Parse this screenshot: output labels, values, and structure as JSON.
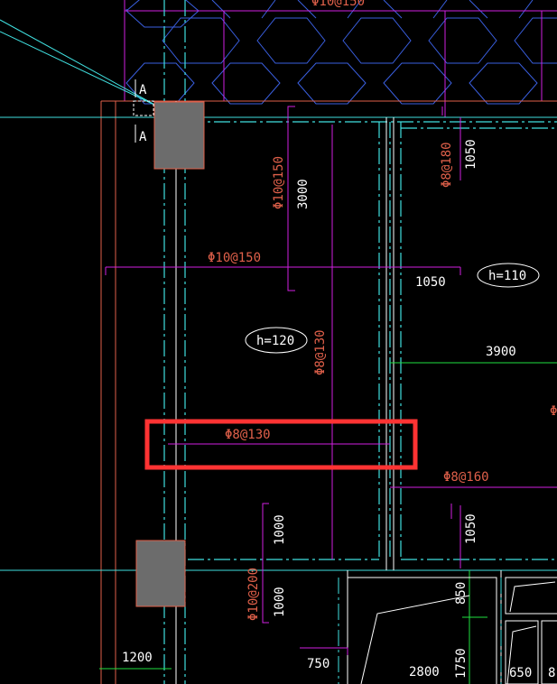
{
  "drawing": {
    "top_label": "Φ10@150",
    "section_marks": [
      "A",
      "A"
    ],
    "top_rebar": {
      "label": "Φ10@150",
      "length": "3000"
    },
    "upper_right_rebar": {
      "label": "Φ8@180",
      "length": "1050"
    },
    "horizontal_rebar": {
      "label": "Φ10@150",
      "length": "1050"
    },
    "slab_upper_right": "h=110",
    "slab_center": "h=120",
    "vertical_rebar_center": "Φ8@130",
    "dim_3900": "3900",
    "right_edge_label": "Φ",
    "highlighted_rebar": "Φ8@130",
    "lower_right_rebar": {
      "label": "Φ8@160",
      "length": "1050"
    },
    "lower_left_rebar": {
      "label": "Φ10@200",
      "length_upper": "1000",
      "length_lower": "1000"
    },
    "dim_850": "850",
    "dim_1750": "1750",
    "dim_650": "650",
    "dim_8": "8",
    "dim_2800": "2800",
    "dim_750": "750",
    "dim_1200": "1200"
  },
  "colors": {
    "background": "#000000",
    "cyan": "#40e0e0",
    "magenta": "#d020e0",
    "red_text": "#e0604a",
    "white": "#ffffff",
    "green": "#20e040",
    "column_fill": "#6c6c6c",
    "highlight": "#ff3333",
    "hex_blue": "#3a5fe0"
  }
}
